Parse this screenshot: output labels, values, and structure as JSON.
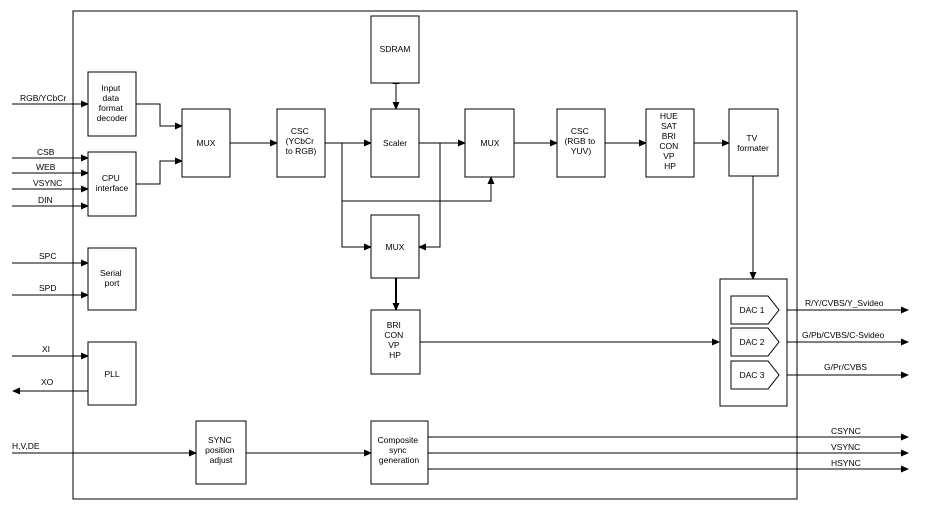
{
  "blocks": {
    "input_decoder": [
      "Input",
      "data",
      "format",
      "decoder"
    ],
    "cpu_interface": [
      "CPU",
      "interface"
    ],
    "serial_port": [
      "Serial",
      "port"
    ],
    "pll": [
      "PLL"
    ],
    "mux1": [
      "MUX"
    ],
    "csc1": [
      "CSC",
      "(YCbCr",
      "to RGB)"
    ],
    "sdram": [
      "SDRAM"
    ],
    "scaler": [
      "Scaler"
    ],
    "mux2": [
      "MUX"
    ],
    "csc2": [
      "CSC",
      "(RGB to",
      "YUV)"
    ],
    "adjust": [
      "HUE",
      "SAT",
      "BRI",
      "CON",
      "VP",
      "HP"
    ],
    "tv_formater": [
      "TV",
      "formater"
    ],
    "mux3": [
      "MUX"
    ],
    "bri_con": [
      "BRI",
      "CON",
      "VP",
      "HP"
    ],
    "dac1": [
      "DAC 1"
    ],
    "dac2": [
      "DAC 2"
    ],
    "dac3": [
      "DAC 3"
    ],
    "sync_adjust": [
      "SYNC",
      "position",
      "adjust"
    ],
    "composite_sync": [
      "Composite",
      "sync",
      "generation"
    ]
  },
  "signals": {
    "rgb_ycbcr": "RGB/YCbCr",
    "csb": "CSB",
    "web": "WEB",
    "vsync_in": "VSYNC",
    "din": "DIN",
    "spc": "SPC",
    "spd": "SPD",
    "xi": "XI",
    "xo": "XO",
    "hvde": "H,V,DE",
    "out1": "R/Y/CVBS/Y_Svideo",
    "out2": "G/Pb/CVBS/C-Svideo",
    "out3": "G/Pr/CVBS",
    "csync": "CSYNC",
    "vsync_out": "VSYNC",
    "hsync": "HSYNC"
  }
}
